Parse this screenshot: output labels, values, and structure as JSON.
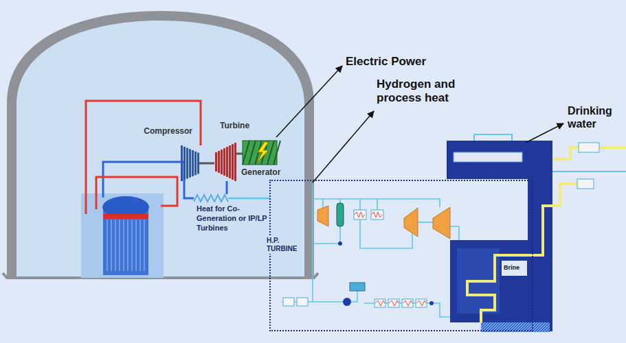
{
  "diagram": {
    "nodes": [
      {
        "text": [
          "Compressor"
        ]
      },
      {
        "text": [
          "Turbine"
        ]
      },
      {
        "text": [
          "Generator"
        ]
      },
      {
        "text": [
          "Heat for Co-Generation or IP/LP Turbines"
        ]
      },
      {
        "text": [
          "H.P. TURBINE"
        ]
      }
    ],
    "edges": [
      {
        "from": 0,
        "to": 1,
        "arrow": "none"
      },
      {
        "from": 1,
        "to": 2,
        "arrow": "none"
      },
      {
        "from": 3,
        "to": 4,
        "arrow": "none"
      }
    ],
    "labels": [
      "Electric Power",
      "Hydrogen and process heat",
      "Drinking water",
      "Brine"
    ]
  }
}
